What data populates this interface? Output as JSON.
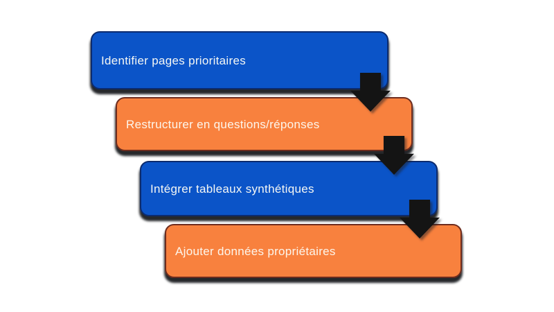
{
  "diagram": {
    "type": "cascade-process-flow",
    "background": "#ffffff",
    "arrow_color": "#141414",
    "steps": [
      {
        "label": "Identifier pages prioritaires",
        "fill": "#0b54c8",
        "border": "#0c2b6e",
        "text": "#f5f7f4"
      },
      {
        "label": "Restructurer en questions/réponses",
        "fill": "#f8813e",
        "border": "#6e2c1e",
        "text": "#fdf6ec"
      },
      {
        "label": "Intégrer tableaux synthétiques",
        "fill": "#0b54c8",
        "border": "#0c2b6e",
        "text": "#f5f7f4"
      },
      {
        "label": "Ajouter données propriétaires",
        "fill": "#f8813e",
        "border": "#6e2c1e",
        "text": "#fdf6ec"
      }
    ]
  }
}
